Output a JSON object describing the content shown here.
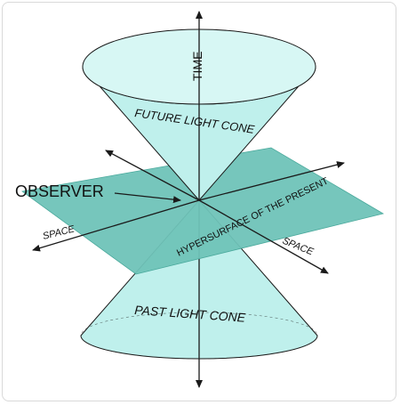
{
  "diagram": {
    "labels": {
      "time": "TIME",
      "future_cone": "FUTURE LIGHT CONE",
      "observer": "OBSERVER",
      "space_left": "SPACE",
      "hypersurface": "HYPERSURFACE OF THE PRESENT",
      "space_right": "SPACE",
      "past_cone": "PAST LIGHT CONE"
    },
    "colors": {
      "cone_fill": "#bff0ec",
      "cone_rim": "#d7f7f4",
      "plane_fill": "#6fc3b8",
      "stroke": "#1a1a1a",
      "border": "#d9d9d9"
    }
  }
}
